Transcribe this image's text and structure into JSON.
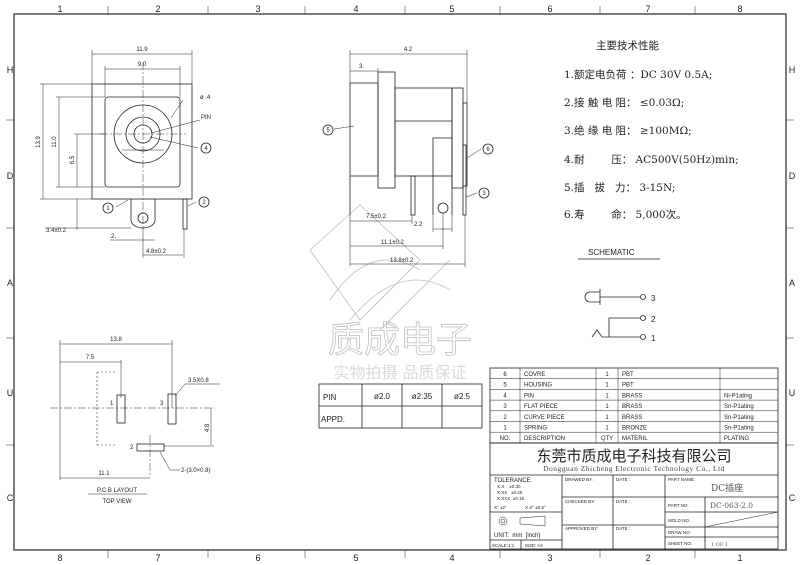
{
  "frame": {
    "top_numbers": [
      "1",
      "2",
      "3",
      "4",
      "5",
      "6",
      "7",
      "8"
    ],
    "bottom_numbers": [
      "8",
      "7",
      "6",
      "5",
      "4",
      "3",
      "2",
      "1"
    ],
    "side_letters": [
      "H",
      "D",
      "A",
      "U",
      "C"
    ]
  },
  "front_view": {
    "dim_width_outer": "11.9",
    "dim_width_inner": "9.0",
    "dim_height_outer": "13.9",
    "dim_height_inner": "11.0",
    "dim_center_height": "6.5",
    "dim_tab_offset": "3.4±0.2",
    "dim_tab_width": "2.",
    "dim_pin_spacing": "4.8±0.2",
    "label_diameter": "ø .4",
    "label_pin": "PIN",
    "callouts": [
      "1",
      "2",
      "4"
    ]
  },
  "side_view": {
    "dim_total_top": "4.2",
    "dim_flange": "3.",
    "dim_7_5": "7.5±0.2",
    "dim_2_2": "2.2",
    "dim_11_1": "11.1±0.2",
    "dim_13_8": "13.8±0.2",
    "callouts": [
      "5",
      "6",
      "3"
    ]
  },
  "specs": {
    "title": "主要技术性能",
    "items": [
      "1.额定电负荷 ：DC 30V 0.5A;",
      "2.接 触 电 阻： ≤0.03Ω;",
      "3.绝 缘 电 阻： ≥100MΩ;",
      "4.耐        压： AC500V(50Hz)min;",
      "5.插   拔   力： 3-15N;",
      "6.寿        命： 5,000次。"
    ]
  },
  "schematic": {
    "title": "SCHEMATIC",
    "terminals": [
      "3",
      "2",
      "1"
    ]
  },
  "pcb_layout": {
    "dim_13_8": "13.8",
    "dim_7_5": "7.5",
    "dim_4_8": "4.8",
    "dim_11_1": "11.1",
    "pad_size_label": "3.5X0.8",
    "pad2_label": "2-(3.0×0.8)",
    "pad_numbers": [
      "1",
      "3",
      "2"
    ],
    "title": "P.C.B LAYOUT",
    "subtitle": "TOP VIEW"
  },
  "watermark": {
    "brand": "质成电子",
    "slogan": "实物拍摄 品质保证"
  },
  "pin_table": {
    "row1": [
      "PIN",
      "ø2.0",
      "ø2.35",
      "ø2.5"
    ],
    "row2": [
      "APPD.",
      "",
      "",
      ""
    ]
  },
  "bom": {
    "headers": [
      "NO.",
      "DESCRIPTION",
      "QTY",
      "MATERIL",
      "PLATING"
    ],
    "rows": [
      [
        "6",
        "COVRE",
        "1",
        "PBT",
        ""
      ],
      [
        "5",
        "HOUSING",
        "1",
        "PBT",
        ""
      ],
      [
        "4",
        "PIN",
        "1",
        "BRASS",
        "Ni-P1ating"
      ],
      [
        "3",
        "FLAT PIECE",
        "1",
        "BRASS",
        "Sn-P1ating"
      ],
      [
        "2",
        "CURVE PIECE",
        "1",
        "BRASS",
        "Sn-P1ating"
      ],
      [
        "1",
        "SPRING",
        "1",
        "BRONZE",
        "Sn-P1ating"
      ]
    ]
  },
  "title_block": {
    "company_cn": "东莞市质成电子科技有限公司",
    "company_en": "Dongguan Zhicheng Electronic Technology Co., Ltd",
    "tolerance_title": "TOLERANCE:",
    "tolerance_lines": [
      "X.X    ±0.30",
      "X.XX   ±0.25",
      "X.XXX  ±0.15"
    ],
    "angle_tol": [
      "X° ±2°",
      "X.X° ±0.5°"
    ],
    "unit": "UNIT:  mm  [inch]",
    "scale": "SCALE:1:1",
    "size": "SIZE: A4",
    "drawed_by": "DRAWED BY :",
    "checked_by": "CHECKED BY:",
    "approved_by": "APPROVED BY:",
    "date": "DATE :",
    "part_name_label": "PART NAME:",
    "part_name": "DC插座",
    "part_no_label": "PART NO.",
    "part_no": "DC-063-2.0",
    "mold_no_label": "MOLD NO.",
    "draw_no_label": "DRAW NO:",
    "sheet_no_label": "SHEET NO.",
    "sheet_no": "1 OF 1"
  }
}
